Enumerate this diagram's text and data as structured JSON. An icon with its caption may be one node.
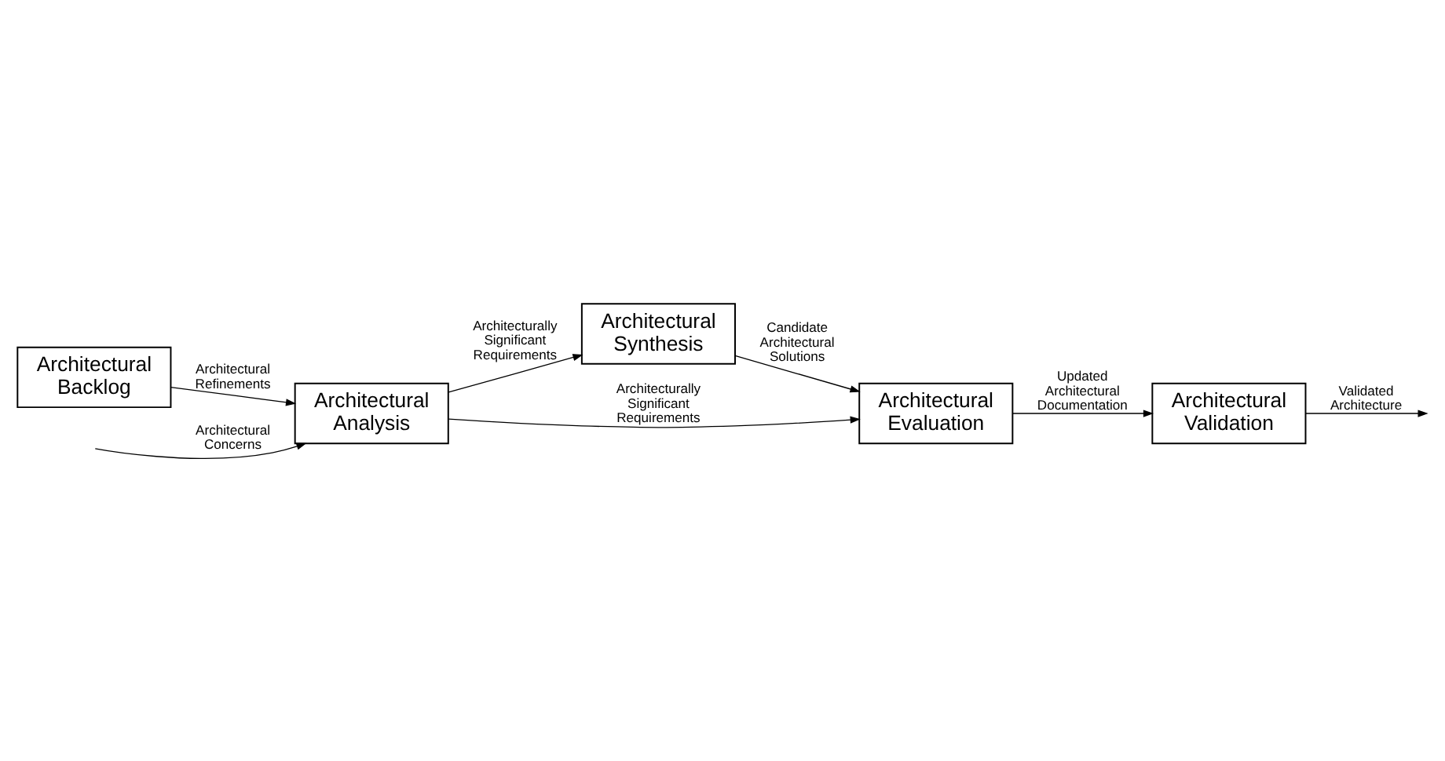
{
  "diagram": {
    "nodes": [
      {
        "text": [
          "Architectural Backlog"
        ]
      },
      {
        "text": [
          "Architectural Analysis"
        ]
      },
      {
        "text": [
          "Architectural Synthesis"
        ]
      },
      {
        "text": [
          "Architectural Evaluation"
        ]
      },
      {
        "text": [
          "Architectural Validation"
        ]
      }
    ],
    "edges": [
      {
        "from": 0,
        "to": 1,
        "arrow": "to",
        "label": "Architectural Refinements"
      },
      {
        "from": null,
        "to": 1,
        "arrow": "to",
        "label": "Architectural Concerns"
      },
      {
        "from": 1,
        "to": 2,
        "arrow": "to",
        "label": "Architecturally Significant Requirements"
      },
      {
        "from": 2,
        "to": 3,
        "arrow": "to",
        "label": "Candidate Architectural Solutions"
      },
      {
        "from": 1,
        "to": 3,
        "arrow": "to",
        "label": "Architecturally Significant Requirements"
      },
      {
        "from": 3,
        "to": 4,
        "arrow": "to",
        "label": "Updated Architectural Documentation"
      },
      {
        "from": 4,
        "to": null,
        "arrow": "to",
        "label": "Validated Architecture"
      }
    ]
  }
}
